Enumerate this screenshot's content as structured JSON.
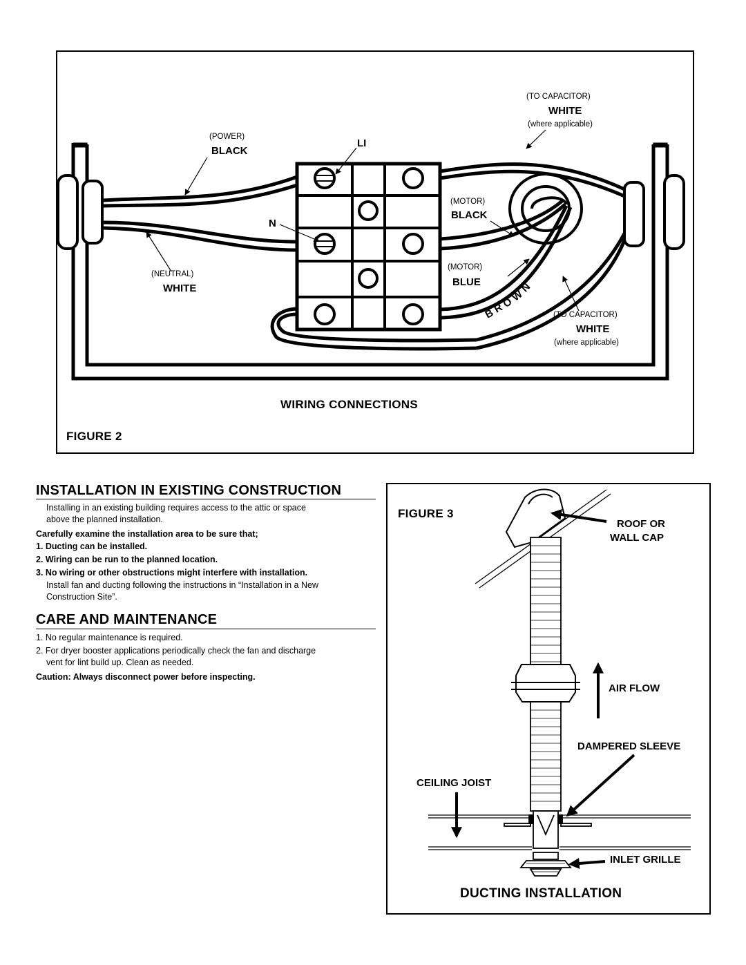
{
  "figure2": {
    "labels": {
      "to_capacitor_top": "(TO CAPACITOR)",
      "white_top": "WHITE",
      "where_applicable_top": "(where applicable)",
      "power": "(POWER)",
      "black_power": "BLACK",
      "li": "LI",
      "n": "N",
      "neutral": "(NEUTRAL)",
      "white_neutral": "WHITE",
      "motor_top": "(MOTOR)",
      "black_motor": "BLACK",
      "motor_bottom": "(MOTOR)",
      "blue_motor": "BLUE",
      "brown_letters": [
        "B",
        "R",
        "O",
        "W",
        "N"
      ],
      "to_capacitor_bottom": "(TO CAPACITOR)",
      "white_bottom": "WHITE",
      "where_applicable_bottom": "(where applicable)"
    },
    "title": "WIRING CONNECTIONS",
    "figure_label": "FIGURE 2"
  },
  "installation": {
    "heading": "INSTALLATION IN EXISTING CONSTRUCTION",
    "intro_line1": "Installing in an existing building requires access to the attic or space",
    "intro_line2": "above the planned installation.",
    "careful": "Carefully examine the installation area to be sure that;",
    "items": [
      "1. Ducting can be installed.",
      "2. Wiring can be run to the planned location.",
      "3. No wiring or other obstructions might interfere with installation."
    ],
    "follow_line1": "Install fan and ducting following the instructions in “Installation in a New",
    "follow_line2": "Construction Site”."
  },
  "care": {
    "heading": "CARE AND MAINTENANCE",
    "item1": "1. No regular maintenance is required.",
    "item2_line1": "2. For dryer booster applications periodically check the fan and discharge",
    "item2_line2": "vent for lint build up.  Clean as needed.",
    "caution": "Caution:  Always disconnect power before inspecting."
  },
  "figure3": {
    "figure_label": "FIGURE 3",
    "roof_cap_line1": "ROOF OR",
    "roof_cap_line2": "WALL CAP",
    "air_flow": "AIR FLOW",
    "dampered_sleeve": "DAMPERED SLEEVE",
    "ceiling_joist": "CEILING JOIST",
    "inlet_grille": "INLET GRILLE",
    "title": "DUCTING INSTALLATION"
  }
}
